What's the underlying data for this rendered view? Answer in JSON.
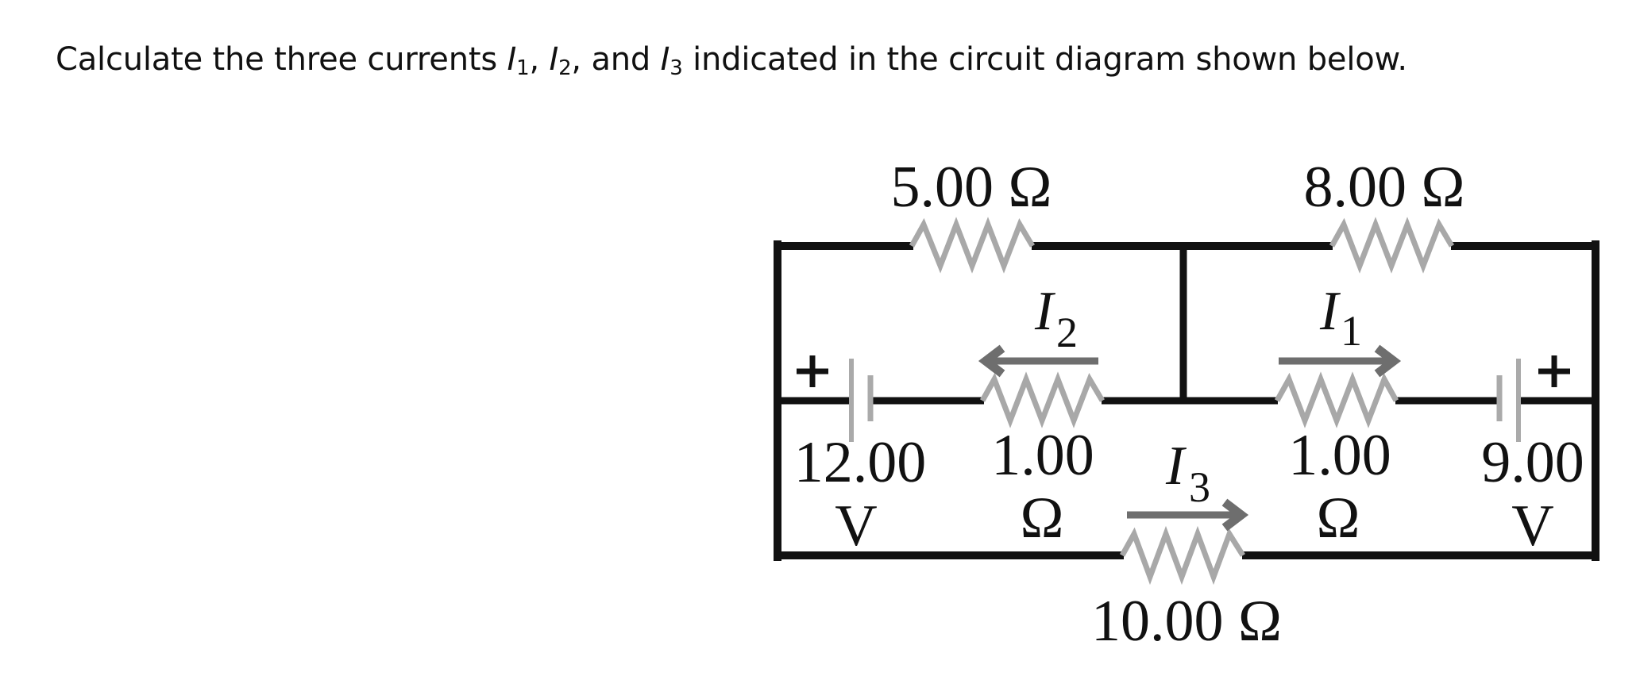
{
  "question": {
    "prefix": "Calculate the three currents ",
    "var1": "I",
    "sub1": "1",
    "sep1": ", ",
    "var2": "I",
    "sub2": "2",
    "sep2": ", and ",
    "var3": "I",
    "sub3": "3",
    "suffix": " indicated in the circuit diagram shown below."
  },
  "circuit": {
    "colors": {
      "wire": "#111111",
      "resistor": "#a8a8a8",
      "battery": "#aaaaaa",
      "arrow": "#6e6e6e"
    },
    "resistors": [
      {
        "id": "r-top-left",
        "label": "5.00 Ω",
        "ohms": 5.0
      },
      {
        "id": "r-top-right",
        "label": "8.00 Ω",
        "ohms": 8.0
      },
      {
        "id": "r-mid-left",
        "label_value": "1.00",
        "label_unit": "Ω",
        "ohms": 1.0
      },
      {
        "id": "r-mid-right",
        "label_value": "1.00",
        "label_unit": "Ω",
        "ohms": 1.0
      },
      {
        "id": "r-bottom",
        "label": "10.00 Ω",
        "ohms": 10.0
      }
    ],
    "batteries": [
      {
        "id": "battery-left",
        "label_value": "12.00",
        "label_unit": "V",
        "volts": 12.0,
        "polarity": "+"
      },
      {
        "id": "battery-right",
        "label_value": "9.00",
        "label_unit": "V",
        "volts": 9.0,
        "polarity": "+"
      }
    ],
    "currents": [
      {
        "id": "I1",
        "symbol": "I",
        "subscript": "1",
        "direction": "right"
      },
      {
        "id": "I2",
        "symbol": "I",
        "subscript": "2",
        "direction": "left"
      },
      {
        "id": "I3",
        "symbol": "I",
        "subscript": "3",
        "direction": "right"
      }
    ]
  }
}
